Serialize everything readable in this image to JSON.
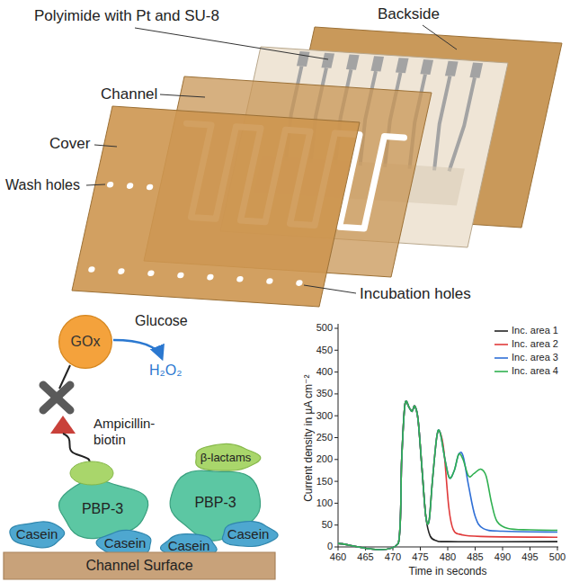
{
  "diagram": {
    "nodes": [
      {
        "text": [
          "GOx"
        ]
      },
      {
        "text": [
          "β-lactams"
        ]
      },
      {
        "text": [
          "PBP-3"
        ]
      },
      {
        "text": [
          "PBP-3"
        ]
      },
      {
        "text": [
          "Casein"
        ]
      },
      {
        "text": [
          "Casein"
        ]
      },
      {
        "text": [
          "Casein"
        ]
      },
      {
        "text": [
          "Casein"
        ]
      },
      {
        "text": [
          "Channel Surface"
        ]
      }
    ],
    "labels": [
      "Polyimide with Pt and SU-8",
      "Backside",
      "Channel",
      "Cover",
      "Wash holes",
      "Incubation holes",
      "Glucose",
      "H₂O₂",
      "Ampicillin- biotin",
      "0",
      "50",
      "100",
      "150",
      "200",
      "250",
      "300",
      "350",
      "400",
      "450",
      "500",
      "460",
      "465",
      "470",
      "475",
      "480",
      "485",
      "490",
      "495",
      "500",
      "Current density in µA cm⁻²",
      "Time in seconds"
    ],
    "legend": [
      {
        "text": "Inc. area 1"
      },
      {
        "text": "Inc. area 2"
      },
      {
        "text": "Inc. area 3"
      },
      {
        "text": "Inc. area 4"
      }
    ]
  }
}
